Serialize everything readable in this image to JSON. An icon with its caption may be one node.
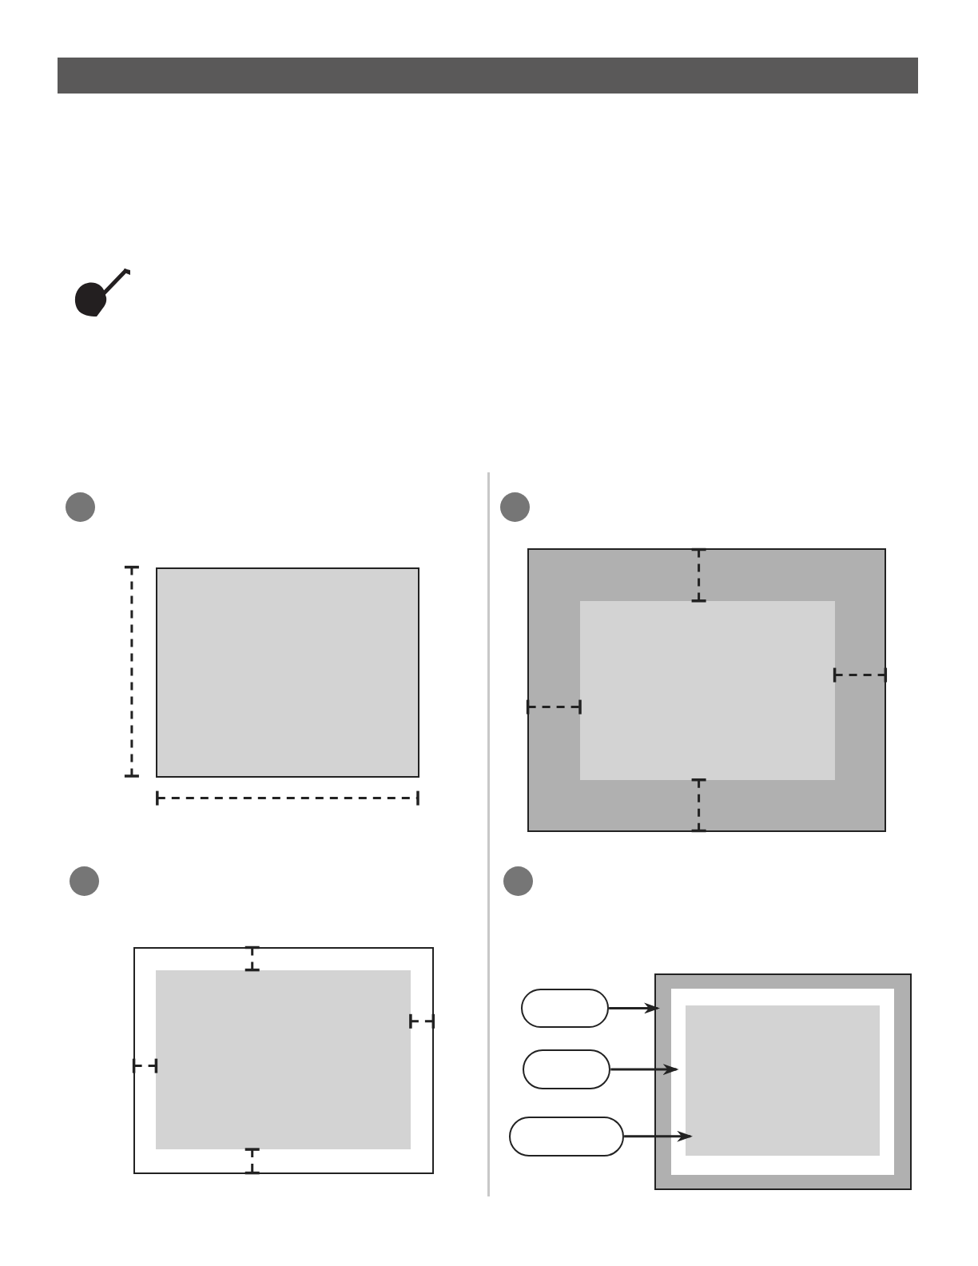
{
  "diagram": {
    "nodes": [
      {
        "text": [],
        "shape": "box"
      },
      {
        "text": [],
        "shape": "box",
        "in": 0
      },
      {
        "text": [],
        "shape": "box",
        "in": 1
      },
      {
        "text": [],
        "shape": "pill"
      },
      {
        "text": [],
        "shape": "pill"
      },
      {
        "text": [],
        "shape": "pill"
      }
    ],
    "edges": [
      {
        "from": 3,
        "to": 0,
        "arrow": "to"
      },
      {
        "from": 4,
        "to": 1,
        "arrow": "to"
      },
      {
        "from": 5,
        "to": 2,
        "arrow": "to"
      }
    ]
  }
}
